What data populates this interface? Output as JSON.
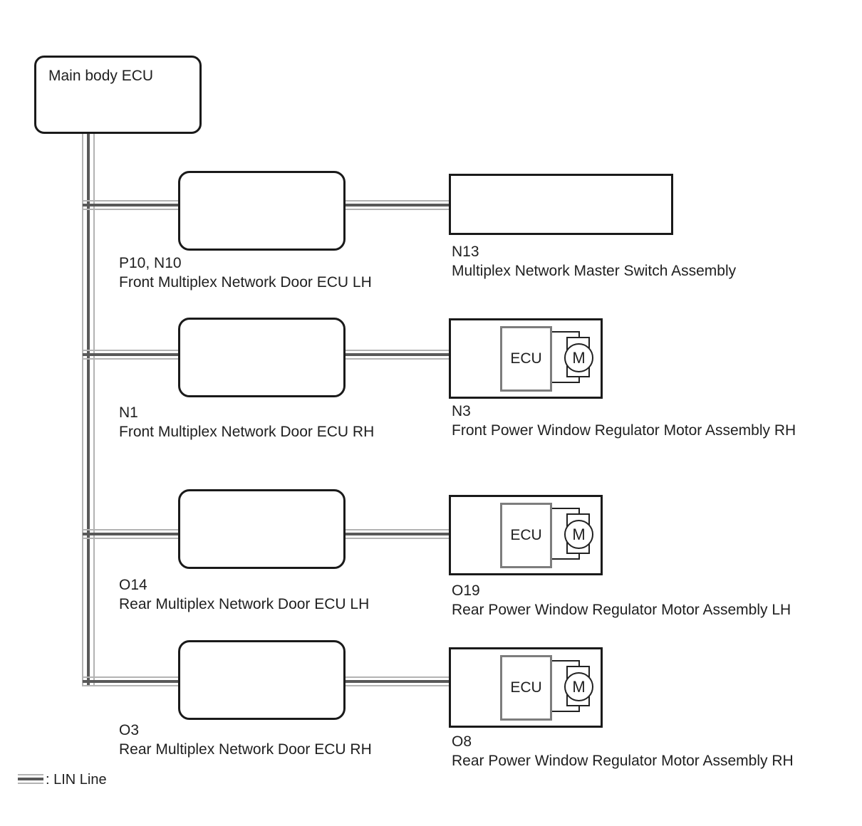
{
  "main_box": {
    "label": "Main body ECU"
  },
  "legend": {
    "label": ": LIN Line",
    "swatch": "lin-triple-line"
  },
  "colors": {
    "line_dark": "#595959",
    "line_light": "#b3b3b3",
    "box_border": "#1a1a1a"
  },
  "rows": [
    {
      "left": {
        "code": "P10, N10",
        "name": "Front Multiplex Network Door ECU LH"
      },
      "right": {
        "code": "N13",
        "name": "Multiplex Network Master Switch Assembly",
        "type": "switch"
      }
    },
    {
      "left": {
        "code": "N1",
        "name": "Front Multiplex Network Door ECU RH"
      },
      "right": {
        "code": "N3",
        "name": "Front Power Window Regulator Motor Assembly RH",
        "type": "motor",
        "ecu_label": "ECU",
        "motor_label": "M"
      }
    },
    {
      "left": {
        "code": "O14",
        "name": "Rear Multiplex Network Door ECU LH"
      },
      "right": {
        "code": "O19",
        "name": "Rear Power Window Regulator Motor Assembly LH",
        "type": "motor",
        "ecu_label": "ECU",
        "motor_label": "M"
      }
    },
    {
      "left": {
        "code": "O3",
        "name": "Rear Multiplex Network Door ECU RH"
      },
      "right": {
        "code": "O8",
        "name": "Rear Power Window Regulator Motor Assembly RH",
        "type": "motor",
        "ecu_label": "ECU",
        "motor_label": "M"
      }
    }
  ]
}
